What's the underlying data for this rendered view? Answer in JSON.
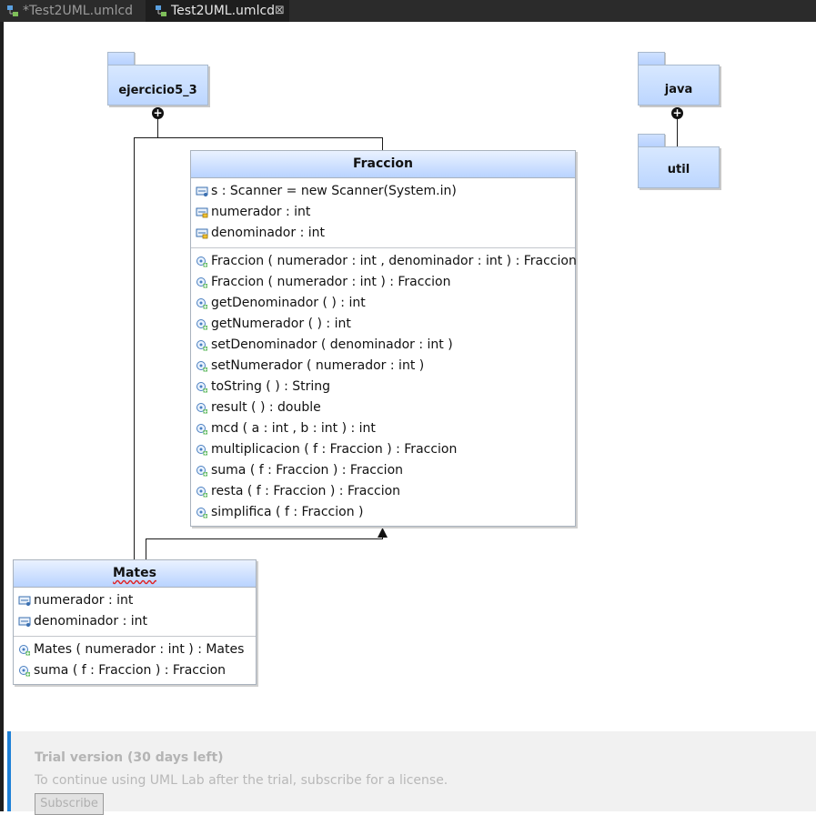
{
  "tabs": [
    {
      "label": "*Test2UML.umlcd",
      "active": false
    },
    {
      "label": "Test2UML.umlcd",
      "active": true,
      "close": "⊠"
    }
  ],
  "packages": {
    "ejercicio": {
      "name": "ejercicio5_3"
    },
    "java": {
      "name": "java"
    },
    "util": {
      "name": "util"
    }
  },
  "fraccion": {
    "name": "Fraccion",
    "attributes": [
      {
        "text": "s : Scanner = new Scanner(System.in)",
        "icon": "field-icon"
      },
      {
        "text": "numerador : int",
        "icon": "private-field-icon"
      },
      {
        "text": "denominador : int",
        "icon": "private-field-icon"
      }
    ],
    "operations": [
      {
        "text": "Fraccion ( numerador : int , denominador : int ) : Fraccion"
      },
      {
        "text": "Fraccion ( numerador : int ) : Fraccion"
      },
      {
        "text": "getDenominador ( ) : int"
      },
      {
        "text": "getNumerador ( ) : int"
      },
      {
        "text": "setDenominador ( denominador : int )"
      },
      {
        "text": "setNumerador ( numerador : int )"
      },
      {
        "text": "toString ( ) : String"
      },
      {
        "text": "result ( ) : double"
      },
      {
        "text": "mcd ( a : int , b : int ) : int"
      },
      {
        "text": "multiplicacion ( f : Fraccion ) : Fraccion"
      },
      {
        "text": "suma ( f : Fraccion ) : Fraccion"
      },
      {
        "text": "resta ( f : Fraccion ) : Fraccion"
      },
      {
        "text": "simplifica ( f : Fraccion )"
      }
    ]
  },
  "mates": {
    "name": "Mates",
    "attributes": [
      {
        "text": "numerador : int"
      },
      {
        "text": "denominador : int"
      }
    ],
    "operations": [
      {
        "text": "Mates ( numerador : int ) : Mates"
      },
      {
        "text": "suma ( f : Fraccion ) : Fraccion"
      }
    ]
  },
  "trial": {
    "title": "Trial version (30 days left)",
    "message": "To continue using UML Lab after the trial, subscribe for a license.",
    "button": "Subscribe"
  },
  "colors": {
    "accent": "#1c7fd6",
    "class_header": "#b9d3ff",
    "tab_bar": "#2b2b2b"
  }
}
